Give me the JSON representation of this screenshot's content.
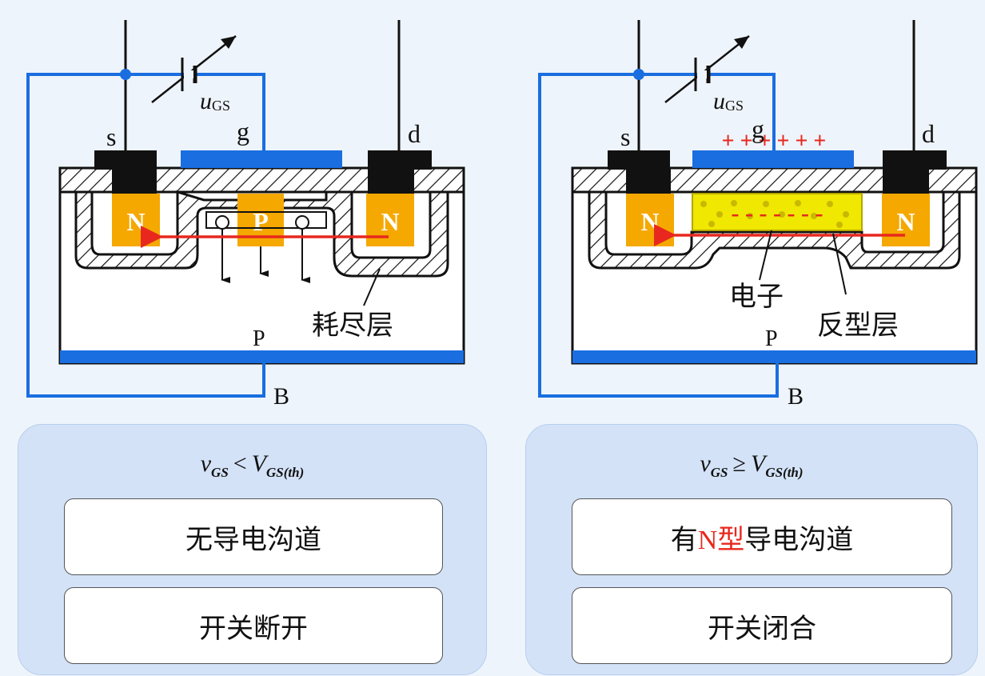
{
  "left_diagram": {
    "source_label": "s",
    "gate_label": "g",
    "drain_label": "d",
    "voltage_symbol": "u",
    "voltage_subscript": "GS",
    "n_region_label": "N",
    "p_region_label": "P",
    "depletion_label": "耗尽层",
    "substrate_label": "P",
    "body_label": "B"
  },
  "right_diagram": {
    "source_label": "s",
    "gate_label": "g",
    "drain_label": "d",
    "voltage_symbol": "u",
    "voltage_subscript": "GS",
    "n_region_label": "N",
    "gate_charges": "+ + + + + +",
    "channel_charges": "- - - - - - -",
    "electron_label": "电子",
    "inversion_label": "反型层",
    "substrate_label": "P",
    "body_label": "B"
  },
  "left_panel": {
    "formula_lhs": "v",
    "formula_lhs_sub": "GS",
    "formula_op": "<",
    "formula_rhs": "V",
    "formula_rhs_sub": "GS(th)",
    "state_line1": "无导电沟道",
    "state_line2": "开关断开"
  },
  "right_panel": {
    "formula_lhs": "v",
    "formula_lhs_sub": "GS",
    "formula_op": "≥",
    "formula_rhs": "V",
    "formula_rhs_sub": "GS(th)",
    "state_line1_prefix": "有",
    "state_line1_highlight": "N型",
    "state_line1_suffix": "导电沟道",
    "state_line2": "开关闭合"
  },
  "colors": {
    "wire": "#1a6ee0",
    "n_region": "#f5a800",
    "p_region": "#f5a800",
    "label_text": "#ffffff",
    "arrow": "#e8281e",
    "inversion_layer": "#f0e800",
    "charge": "#e8281e",
    "panel_bg": "#d3e2f7"
  }
}
